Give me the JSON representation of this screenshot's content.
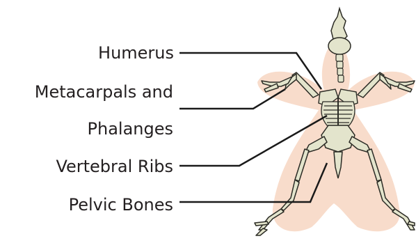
{
  "labels": {
    "humerus": "Humerus",
    "metacarpals_line1": "Metacarpals and",
    "metacarpals_line2": "Phalanges",
    "vertebral_ribs": "Vertebral Ribs",
    "pelvic_bones": "Pelvic Bones"
  },
  "colors": {
    "bone_fill": "#e3e4cc",
    "bone_stroke": "#2b2b25",
    "body_shadow": "#f8dccb",
    "leader_line": "#1a1a1a",
    "text": "#231f20"
  }
}
